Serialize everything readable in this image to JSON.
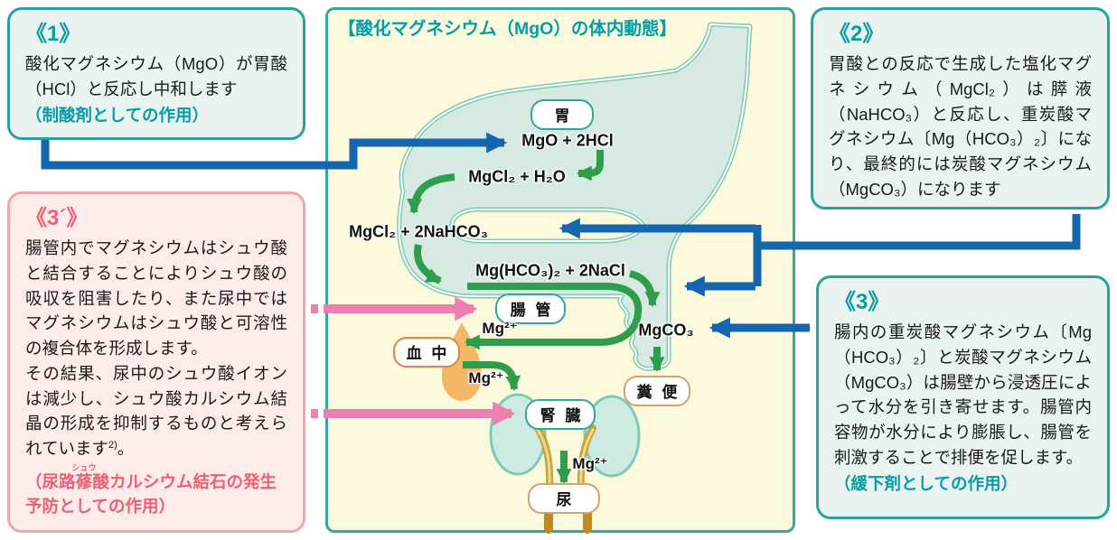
{
  "colors": {
    "teal_border": "#29a39a",
    "teal_text": "#0b9ba3",
    "pink_border": "#f2a5aa",
    "pink_text": "#ee5f73",
    "blue_arrow": "#1565af",
    "pink_arrow": "#ee7fae",
    "green_arrow": "#2f9e4c",
    "panel_bg": "#fdf9dc",
    "gi_fill": "#d6eae1",
    "gi_edge": "#7ecbb3"
  },
  "box1": {
    "number": "《1》",
    "body": "酸化マグネシウム（MgO）が胃酸（HCl）と反応し中和します",
    "action": "（制酸剤としての作用）"
  },
  "box2": {
    "number": "《2》",
    "body": "胃酸との反応で生成した塩化マグネシウム（MgCl₂）は膵液（NaHCO₃）と反応し、重炭酸マグネシウム〔Mg（HCO₃）₂〕になり、最終的には炭酸マグネシウム（MgCO₃）になります"
  },
  "box3prime": {
    "number": "《3´》",
    "body1": "腸管内でマグネシウムはシュウ酸と結合することによりシュウ酸の吸収を阻害したり、また尿中ではマグネシウムはシュウ酸と可溶性の複合体を形成します。",
    "body2": "その結果、尿中のシュウ酸イオンは減少し、シュウ酸カルシウム結晶の形成を抑制するものと考えられています",
    "body2_sup": "2)",
    "body2_end": "。",
    "action_pre": "（尿路",
    "ruby_base": "蓚",
    "ruby_text": "シュウ",
    "action_post": "酸カルシウム結石の発生予防としての作用）"
  },
  "box3": {
    "number": "《3》",
    "body": "腸内の重炭酸マグネシウム〔Mg（HCO₃）₂〕と炭酸マグネシウム（MgCO₃）は腸壁から浸透圧によって水分を引き寄せます。腸管内容物が水分により膨脹し、腸管を刺激することで排便を促します。",
    "action": "（緩下剤としての作用）"
  },
  "panel": {
    "title": "【酸化マグネシウム（MgO）の体内動態】",
    "organ_labels": {
      "stomach": "胃",
      "intestine": "腸 管",
      "blood": "血 中",
      "kidney": "腎 臓",
      "feces": "糞 便",
      "urine": "尿"
    },
    "formulas": {
      "f1": "MgO + 2HCl",
      "f2": "MgCl₂ + H₂O",
      "f3": "MgCl₂ + 2NaHCO₃",
      "f4": "Mg(HCO₃)₂ + 2NaCl",
      "f5": "MgCO₃",
      "mg_ion": "Mg²⁺"
    }
  }
}
